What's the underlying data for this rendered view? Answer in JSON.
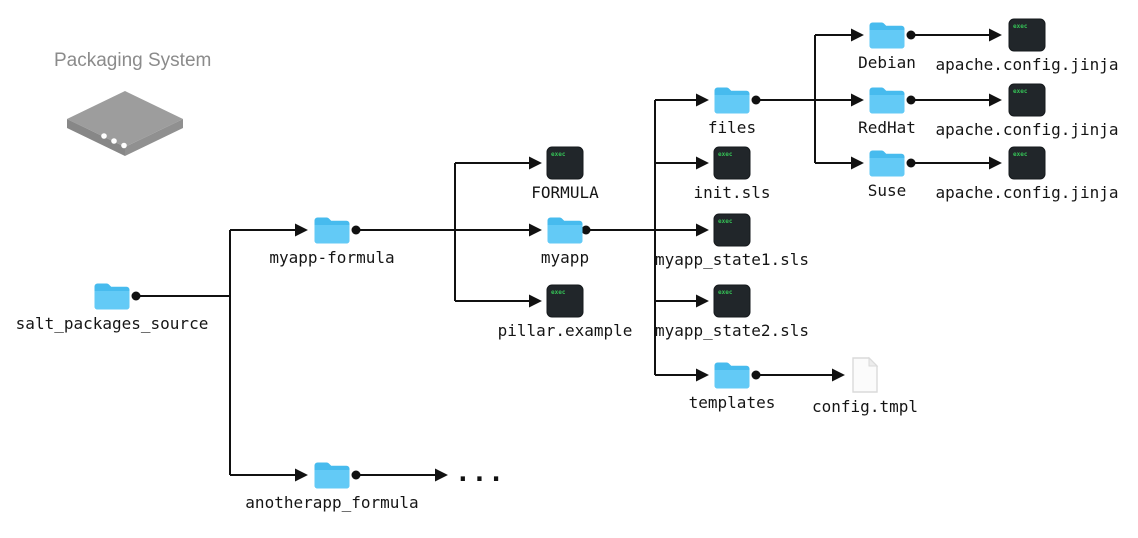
{
  "diagram": {
    "title": "Packaging System",
    "exec_badge": "exec",
    "ellipsis": "...",
    "nodes": {
      "salt_packages_source": {
        "label": "salt_packages_source",
        "type": "folder"
      },
      "myapp_formula": {
        "label": "myapp-formula",
        "type": "folder"
      },
      "anotherapp_formula": {
        "label": "anotherapp_formula",
        "type": "folder"
      },
      "formula": {
        "label": "FORMULA",
        "type": "exec"
      },
      "myapp": {
        "label": "myapp",
        "type": "folder"
      },
      "pillar_example": {
        "label": "pillar.example",
        "type": "exec"
      },
      "files": {
        "label": "files",
        "type": "folder"
      },
      "init_sls": {
        "label": "init.sls",
        "type": "exec"
      },
      "myapp_state1": {
        "label": "myapp_state1.sls",
        "type": "exec"
      },
      "myapp_state2": {
        "label": "myapp_state2.sls",
        "type": "exec"
      },
      "templates": {
        "label": "templates",
        "type": "folder"
      },
      "debian": {
        "label": "Debian",
        "type": "folder"
      },
      "redhat": {
        "label": "RedHat",
        "type": "folder"
      },
      "suse": {
        "label": "Suse",
        "type": "folder"
      },
      "apache_debian": {
        "label": "apache.config.jinja",
        "type": "exec"
      },
      "apache_redhat": {
        "label": "apache.config.jinja",
        "type": "exec"
      },
      "apache_suse": {
        "label": "apache.config.jinja",
        "type": "exec"
      },
      "config_tmpl": {
        "label": "config.tmpl",
        "type": "file"
      }
    },
    "hierarchy": {
      "salt_packages_source": [
        "myapp-formula",
        "anotherapp_formula"
      ],
      "myapp-formula": [
        "FORMULA",
        "myapp",
        "pillar.example"
      ],
      "myapp": [
        "files",
        "init.sls",
        "myapp_state1.sls",
        "myapp_state2.sls",
        "templates"
      ],
      "files": [
        "Debian",
        "RedHat",
        "Suse"
      ],
      "Debian": [
        "apache.config.jinja"
      ],
      "RedHat": [
        "apache.config.jinja"
      ],
      "Suse": [
        "apache.config.jinja"
      ],
      "templates": [
        "config.tmpl"
      ],
      "anotherapp_formula": [
        "..."
      ]
    },
    "colors": {
      "folder": "#5bc5f2",
      "exec_bg": "#21262a",
      "exec_text": "#35c056",
      "line": "#111111",
      "title_text": "#8b8b8b",
      "server": "#9d9d9d"
    }
  }
}
